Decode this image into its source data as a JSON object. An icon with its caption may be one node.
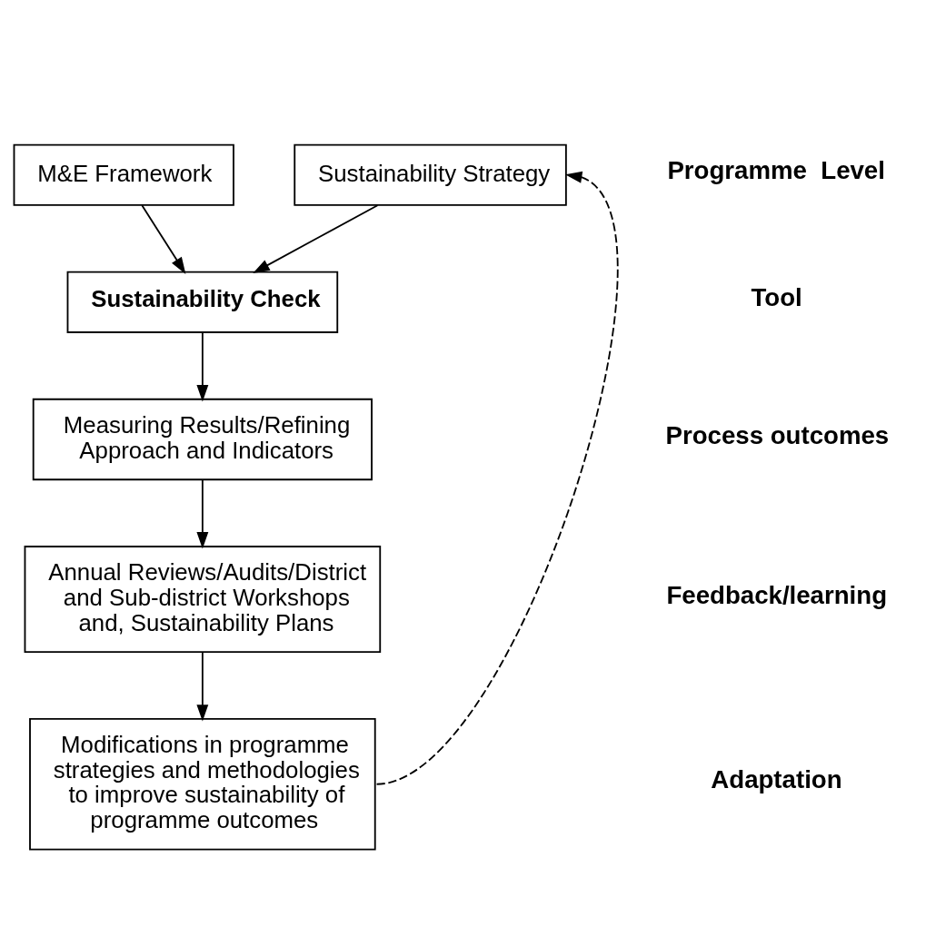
{
  "diagram": {
    "nodes": [
      {
        "text": [
          "M&E Framework"
        ]
      },
      {
        "text": [
          "Sustainability Strategy"
        ]
      },
      {
        "text": [
          "Sustainability Check"
        ]
      },
      {
        "text": [
          "Measuring Results/Refining Approach and Indicators"
        ]
      },
      {
        "text": [
          "Annual Reviews/Audits/District and Sub-district Workshops and, Sustainability Plans"
        ]
      },
      {
        "text": [
          "Modifications in programme strategies and methodologies to improve sustainability of programme outcomes"
        ]
      }
    ],
    "edges": [
      {
        "from": 0,
        "to": 2,
        "arrow": "to"
      },
      {
        "from": 1,
        "to": 2,
        "arrow": "to"
      },
      {
        "from": 2,
        "to": 3,
        "arrow": "to"
      },
      {
        "from": 3,
        "to": 4,
        "arrow": "to"
      },
      {
        "from": 4,
        "to": 5,
        "arrow": "to"
      },
      {
        "from": 5,
        "to": 1,
        "arrow": "to",
        "style": "dashed"
      }
    ],
    "labels": [
      "Programme  Level",
      "Tool",
      "Process outcomes",
      "Feedback/learning",
      "Adaptation"
    ]
  }
}
